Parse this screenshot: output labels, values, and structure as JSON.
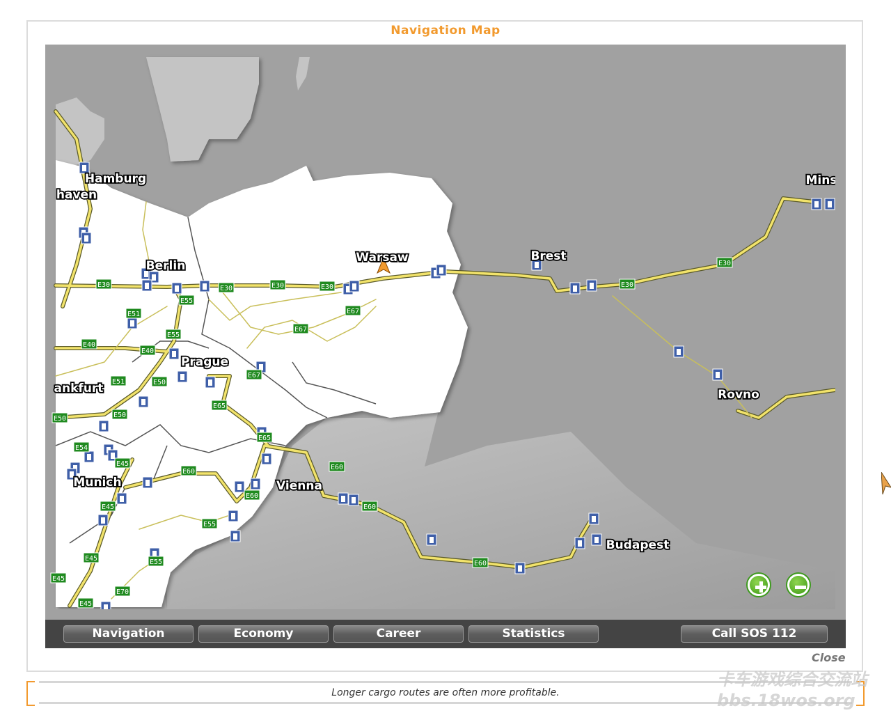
{
  "window": {
    "title": "Navigation Map"
  },
  "map": {
    "cities": [
      "Hamburg",
      "haven",
      "Berlin",
      "Warsaw",
      "Brest",
      "Mins",
      "Prague",
      "ankfurt",
      "Munich",
      "Vienna",
      "Budapest",
      "Rovno"
    ],
    "road_signs": [
      "E30",
      "E30",
      "E30",
      "E30",
      "E30",
      "E30",
      "E55",
      "E55",
      "E55",
      "E55",
      "E51",
      "E51",
      "E67",
      "E67",
      "E67",
      "E40",
      "E40",
      "E50",
      "E50",
      "E50",
      "E65",
      "E65",
      "E60",
      "E60",
      "E60",
      "E60",
      "E60",
      "E54",
      "E45",
      "E45",
      "E45",
      "E45",
      "E45",
      "E70"
    ],
    "zoom_in_icon": "plus-icon",
    "zoom_out_icon": "minus-icon",
    "colors": {
      "land": "#ffffff",
      "sea": "#a1a1a1",
      "road": "#f2e36b",
      "sign": "#1f8a1f",
      "fuel": "#3f5fa8",
      "accent": "#f29a2e"
    }
  },
  "toolbar": {
    "navigation": "Navigation",
    "economy": "Economy",
    "career": "Career",
    "statistics": "Statistics",
    "sos": "Call SOS 112"
  },
  "footer": {
    "close": "Close",
    "tip": "Longer cargo routes are often more profitable.",
    "watermark": [
      "卡车游戏综合交流站",
      "bbs.18wos.org"
    ]
  }
}
